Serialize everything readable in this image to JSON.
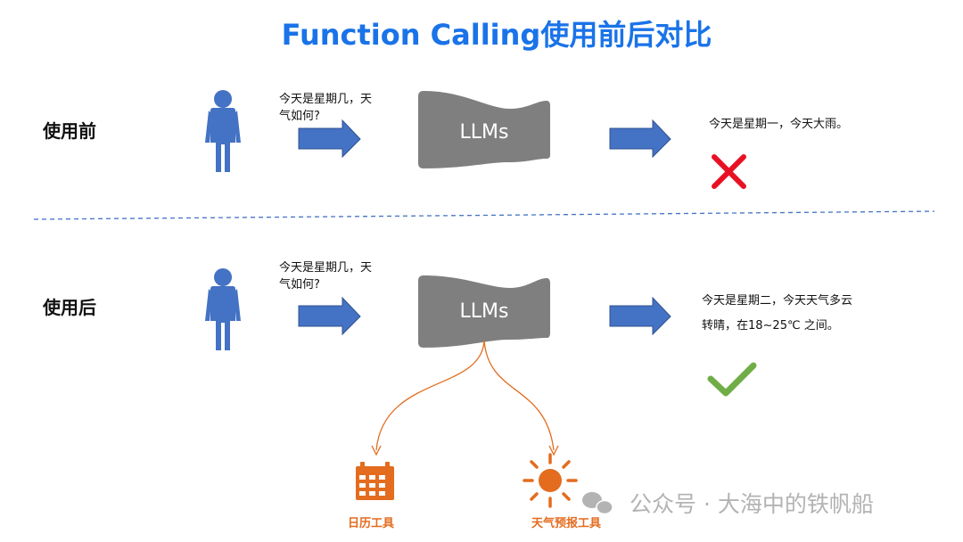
{
  "title": "Function Calling使用前后对比",
  "before": {
    "label": "使用前",
    "question_line1": "今天是星期几，天",
    "question_line2": "气如何?",
    "llm_label": "LLMs",
    "answer": "今天是星期一，今天大雨。",
    "result_icon": "cross-icon"
  },
  "after": {
    "label": "使用后",
    "question_line1": "今天是星期几，天",
    "question_line2": "气如何?",
    "llm_label": "LLMs",
    "answer_line1": "今天是星期二，今天天气多云",
    "answer_line2": "转晴，在18~25℃ 之间。",
    "result_icon": "check-icon"
  },
  "tools": [
    {
      "label": "日历工具",
      "icon": "calendar-icon"
    },
    {
      "label": "天气预报工具",
      "icon": "sun-icon"
    }
  ],
  "watermark": "公众号 · 大海中的铁帆船",
  "colors": {
    "title": "#1a73e8",
    "person": "#4472c4",
    "arrow": "#4472c4",
    "llm": "#7f7f7f",
    "tool": "#e36c1f",
    "cross": "#e81123",
    "check": "#70ad47",
    "divider": "#4472c4",
    "watermark": "#b3b3b3"
  }
}
